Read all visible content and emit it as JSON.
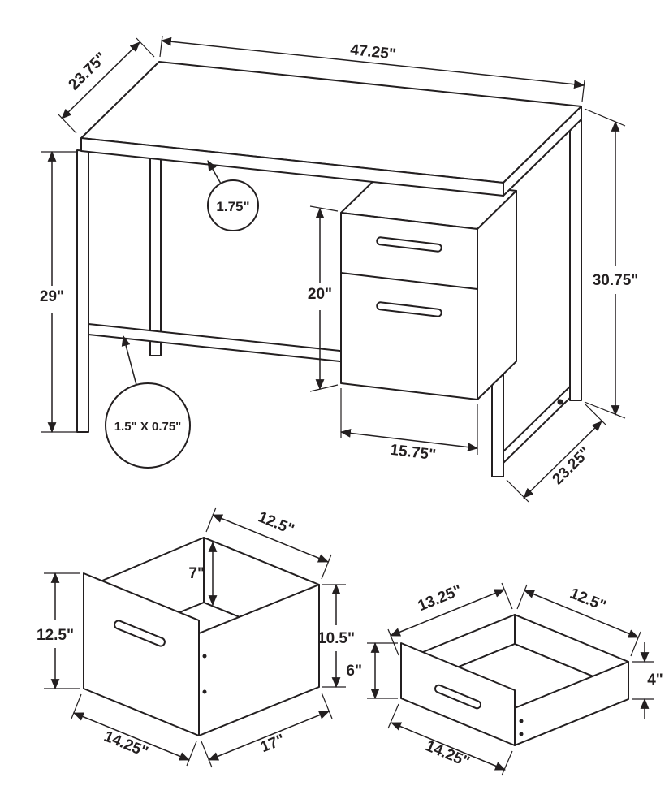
{
  "colors": {
    "line": "#231f20",
    "background": "#ffffff"
  },
  "desk": {
    "dim_top_width": "47.25\"",
    "dim_top_depth": "23.75\"",
    "dim_top_thickness": "1.75\"",
    "dim_left_height": "29\"",
    "dim_drawer_unit_height": "20\"",
    "dim_overall_height": "30.75\"",
    "dim_drawer_unit_width": "15.75\"",
    "dim_base_depth": "23.25\"",
    "dim_frame_tube": "1.5\" X 0.75\""
  },
  "file_drawer": {
    "dim_back_width": "12.5\"",
    "dim_back_height": "7\"",
    "dim_side_height": "10.5\"",
    "dim_front_height": "12.5\"",
    "dim_bottom_depth": "17\"",
    "dim_front_width": "14.25\""
  },
  "small_drawer": {
    "dim_side_depth": "13.25\"",
    "dim_back_width": "12.5\"",
    "dim_front_height": "6\"",
    "dim_back_height": "4\"",
    "dim_front_width": "14.25\""
  }
}
